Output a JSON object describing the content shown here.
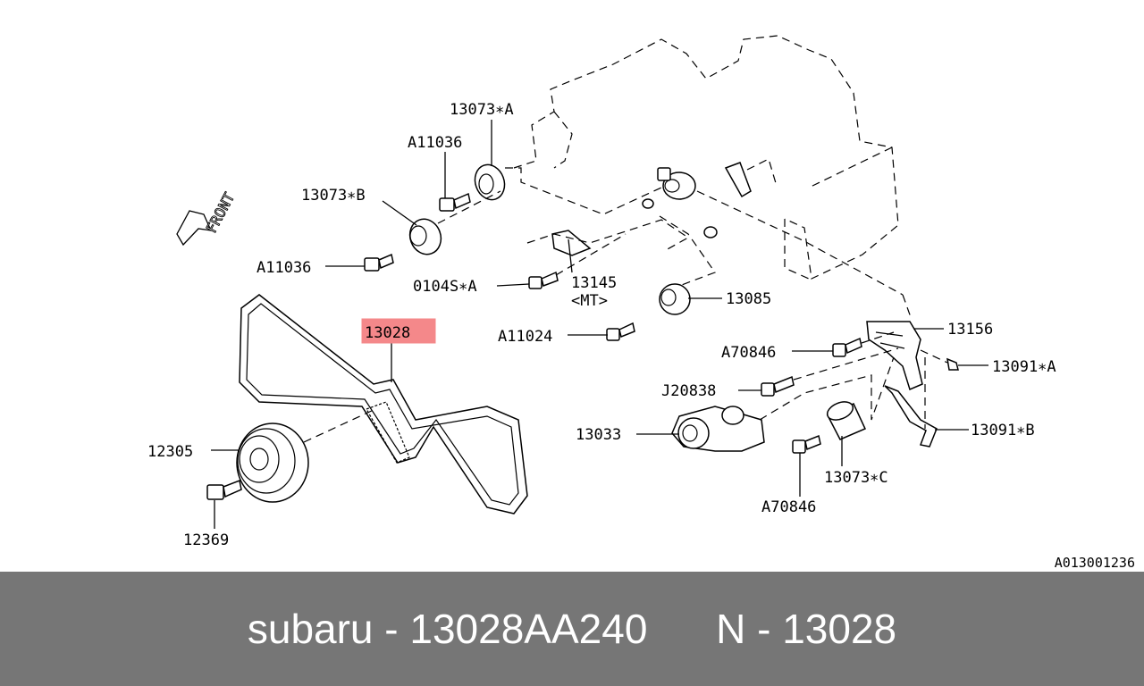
{
  "diagram": {
    "front_label": "FRONT",
    "highlight_color": "#f4888a",
    "callouts": [
      {
        "id": "belt",
        "text": "13028",
        "highlighted": true
      },
      {
        "id": "idler_top_a",
        "text": "13073∗A"
      },
      {
        "id": "bolt_top",
        "text": "A11036"
      },
      {
        "id": "idler_b",
        "text": "13073∗B"
      },
      {
        "id": "bolt_b",
        "text": "A11036"
      },
      {
        "id": "bolt_cover",
        "text": "0104S∗A"
      },
      {
        "id": "cover",
        "text": "13145"
      },
      {
        "id": "cover_note",
        "text": "<MT>"
      },
      {
        "id": "idler_13085",
        "text": "13085"
      },
      {
        "id": "bolt_a11024",
        "text": "A11024"
      },
      {
        "id": "bracket",
        "text": "13156"
      },
      {
        "id": "bolt_a70846_top",
        "text": "A70846"
      },
      {
        "id": "clip_a",
        "text": "13091∗A"
      },
      {
        "id": "bolt_j20838",
        "text": "J20838"
      },
      {
        "id": "tensioner",
        "text": "13033"
      },
      {
        "id": "clip_b",
        "text": "13091∗B"
      },
      {
        "id": "idler_c",
        "text": "13073∗C"
      },
      {
        "id": "bolt_a70846_bottom",
        "text": "A70846"
      },
      {
        "id": "pulley",
        "text": "12305"
      },
      {
        "id": "bolt_pulley",
        "text": "12369"
      }
    ],
    "reference_code": "A013001236"
  },
  "footer": {
    "left": "subaru - 13028AA240",
    "right": "N - 13028",
    "background": "#767676"
  }
}
